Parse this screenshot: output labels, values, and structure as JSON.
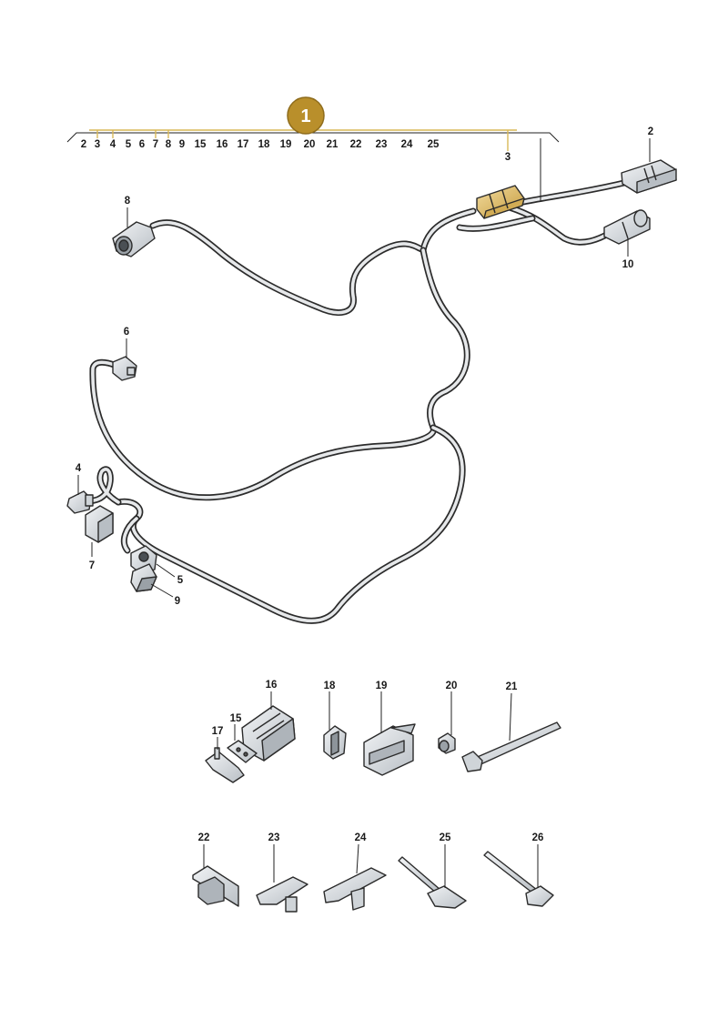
{
  "main_badge": {
    "label": "1",
    "color": "#b98f2b"
  },
  "assembly_ref_numbers": [
    "2",
    "3",
    "4",
    "5",
    "6",
    "7",
    "8",
    "9",
    "15",
    "16",
    "17",
    "18",
    "19",
    "20",
    "21",
    "22",
    "23",
    "24",
    "25"
  ],
  "callouts": {
    "c2": "2",
    "c3": "3",
    "c4": "4",
    "c5": "5",
    "c6": "6",
    "c7": "7",
    "c8": "8",
    "c9": "9",
    "c10": "10",
    "c15": "15",
    "c16": "16",
    "c17": "17",
    "c18": "18",
    "c19": "19",
    "c20": "20",
    "c21": "21",
    "c22": "22",
    "c23": "23",
    "c24": "24",
    "c25": "25",
    "c26": "26"
  },
  "colors": {
    "highlight": "#e2c173",
    "line": "#2b2b2b",
    "part_fill": "#dfe3e6",
    "leader_gold": "#d9b857"
  },
  "icons": [
    "wiring-harness-icon",
    "connector-icon",
    "clip-icon",
    "cable-tie-icon",
    "grommet-icon"
  ]
}
